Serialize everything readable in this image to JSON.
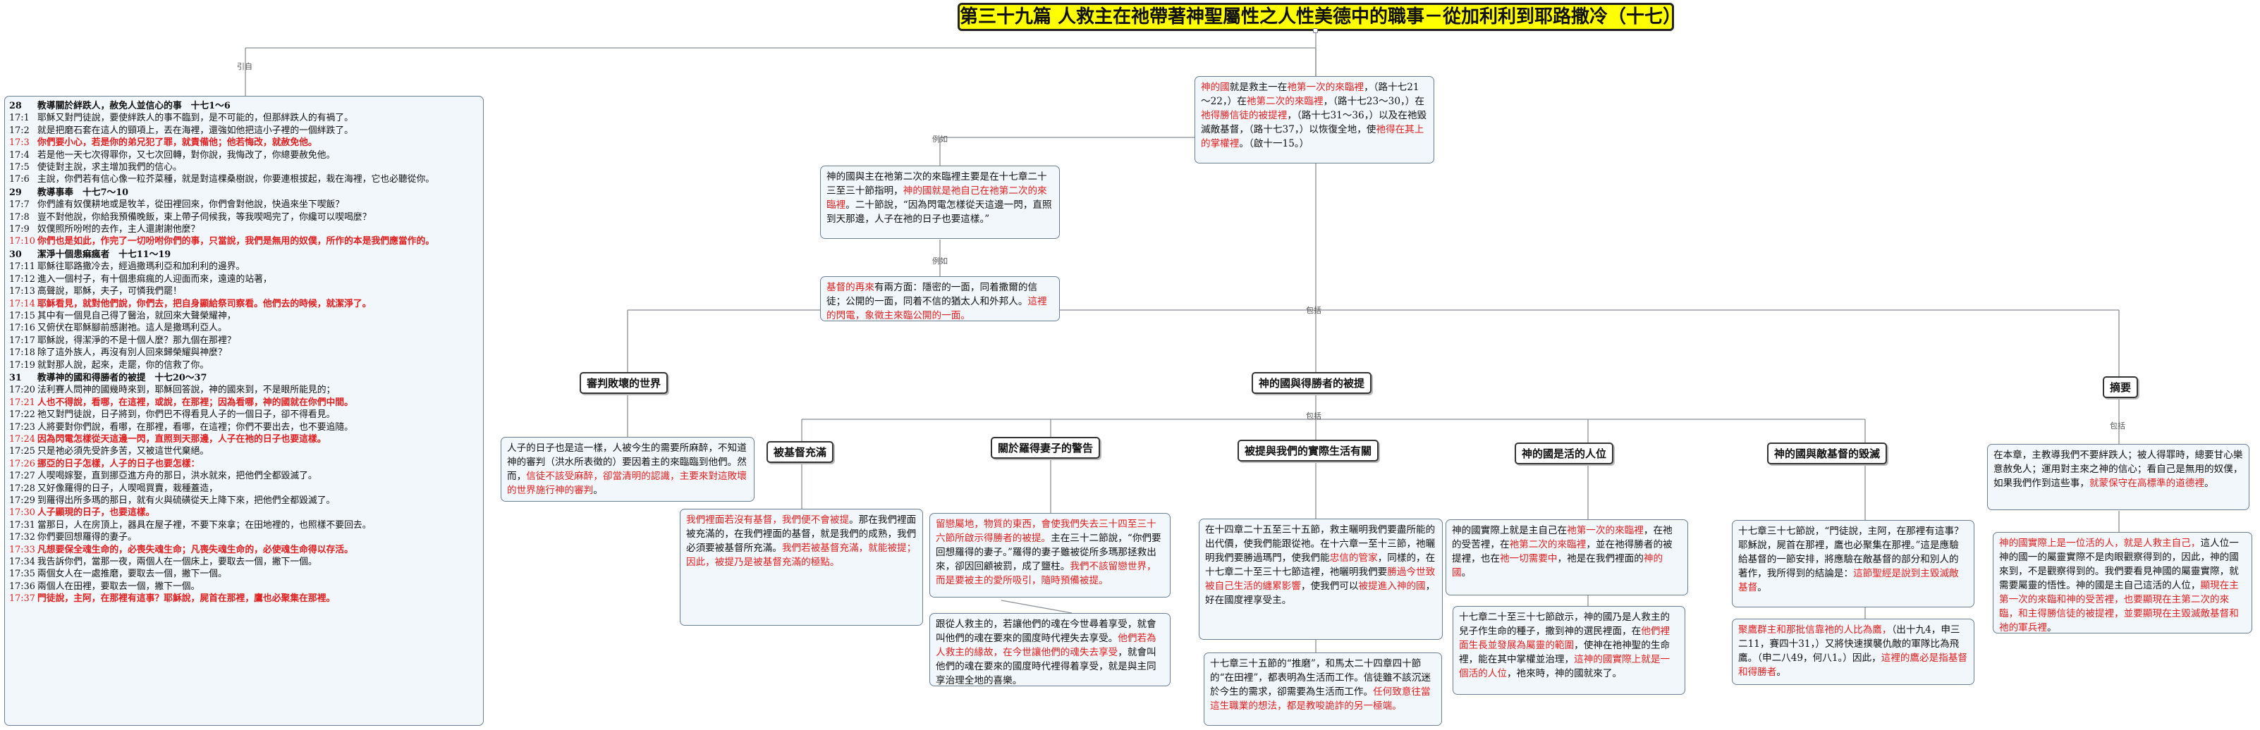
{
  "title": "第三十九篇 人救主在祂帶著神聖屬性之人性美德中的職事－從加利利到耶路撒冷（十七）",
  "connectors": {
    "ref": "引自",
    "note1": "例如",
    "note2": "例如",
    "include1": "包括",
    "include2": "包括",
    "include3": "包括"
  },
  "scripture": {
    "items": [
      {
        "kind": "head",
        "ref": "28",
        "text": "教導關於絆跌人，赦免人並信心的事　十七1～6"
      },
      {
        "ref": "17:1",
        "text": "耶穌又對門徒說，要使絆跌人的事不臨到，是不可能的，但那絆跌人的有禍了。"
      },
      {
        "ref": "17:2",
        "text": "就是把磨石套在這人的頸項上，丟在海裡，還強如他把這小子裡的一個絆跌了。"
      },
      {
        "ref": "17:3",
        "text": "你們要小心，若是你的弟兄犯了罪，就責備他；他若悔改，就赦免他。",
        "red": true
      },
      {
        "ref": "17:4",
        "text": "若是他一天七次得罪你，又七次回轉，對你說，我悔改了，你總要赦免他。"
      },
      {
        "ref": "17:5",
        "text": "使徒對主說，求主增加我們的信心。"
      },
      {
        "ref": "17:6",
        "text": "主說，你們若有信心像一粒芥菜種，就是對這棵桑樹說，你要連根拔起，栽在海裡，它也必聽從你。",
        "wrap": true
      },
      {
        "kind": "head",
        "ref": "29",
        "text": "教導事奉　十七7～10"
      },
      {
        "ref": "17:7",
        "text": "你們誰有奴僕耕地或是牧羊，從田裡回來，你們會對他說，快過來坐下喫飯？"
      },
      {
        "ref": "17:8",
        "text": "豈不對他說，你給我預備晚飯，束上帶子伺候我，等我喫喝完了，你纔可以喫喝麼？"
      },
      {
        "ref": "17:9",
        "text": "奴僕照所吩咐的去作，主人還謝謝他麼？"
      },
      {
        "ref": "17:10",
        "text": "你們也是如此，作完了一切吩咐你們的事，只當說，我們是無用的奴僕，所作的本是我們應當作的。",
        "red": true,
        "wrap": true
      },
      {
        "kind": "head",
        "ref": "30",
        "text": "潔淨十個患痲瘋者　十七11～19"
      },
      {
        "ref": "17:11",
        "text": "耶穌往耶路撒冷去，經過撒瑪利亞和加利利的邊界。"
      },
      {
        "ref": "17:12",
        "text": "進入一個村子，有十個患痲瘋的人迎面而來，遠遠的站著，"
      },
      {
        "ref": "17:13",
        "text": "高聲說，耶穌，夫子，可憐我們罷！"
      },
      {
        "ref": "17:14",
        "text": "耶穌看見，就對他們說，你們去，把自身顯給祭司察看。他們去的時候，就潔淨了。",
        "red": true
      },
      {
        "ref": "17:15",
        "text": "其中有一個見自己得了醫治，就回來大聲榮耀神，"
      },
      {
        "ref": "17:16",
        "text": "又俯伏在耶穌腳前感謝祂。這人是撒瑪利亞人。"
      },
      {
        "ref": "17:17",
        "text": "耶穌說，得潔淨的不是十個人麼？那九個在那裡？"
      },
      {
        "ref": "17:18",
        "text": "除了這外族人，再沒有別人回來歸榮耀與神麼？"
      },
      {
        "ref": "17:19",
        "text": "就對那人說，起來，走罷，你的信救了你。"
      },
      {
        "kind": "head",
        "ref": "31",
        "text": "教導神的國和得勝者的被提　十七20～37"
      },
      {
        "ref": "17:20",
        "text": "法利賽人問神的國幾時來到，耶穌回答說，神的國來到，不是眼所能見的；"
      },
      {
        "ref": "17:21",
        "text": "人也不得說，看哪，在這裡，或說，在那裡；因為看哪，神的國就在你們中間。",
        "red": true
      },
      {
        "ref": "17:22",
        "text": "祂又對門徒說，日子將到，你們巴不得看見人子的一個日子，卻不得看見。"
      },
      {
        "ref": "17:23",
        "text": "人將要對你們說，看哪，在那裡，看哪，在這裡；你們不要出去，也不要追隨。"
      },
      {
        "ref": "17:24",
        "text": "因為閃電怎樣從天這邊一閃，直照到天那邊，人子在祂的日子也要這樣。",
        "red": true
      },
      {
        "ref": "17:25",
        "text": "只是祂必須先受許多苦，又被這世代棄絕。"
      },
      {
        "ref": "17:26",
        "text": "挪亞的日子怎樣，人子的日子也要怎樣：",
        "red": true
      },
      {
        "ref": "17:27",
        "text": "人喫喝嫁娶，直到挪亞進方舟的那日，洪水就來，把他們全都毀滅了。"
      },
      {
        "ref": "17:28",
        "text": "又好像羅得的日子，人喫喝買賣，栽種蓋造，"
      },
      {
        "ref": "17:29",
        "text": "到羅得出所多瑪的那日，就有火與硫磺從天上降下來，把他們全都毀滅了。"
      },
      {
        "ref": "17:30",
        "text": "人子顯現的日子，也要這樣。",
        "red": true
      },
      {
        "ref": "17:31",
        "text": "當那日，人在房頂上，器具在屋子裡，不要下來拿；在田地裡的，也照樣不要回去。"
      },
      {
        "ref": "17:32",
        "text": "你們要回想羅得的妻子。"
      },
      {
        "ref": "17:33",
        "text": "凡想要保全魂生命的，必喪失魂生命；凡喪失魂生命的，必使魂生命得以存活。",
        "red": true
      },
      {
        "ref": "17:34",
        "text": "我告訴你們，當那一夜，兩個人在一個床上，要取去一個，撇下一個。"
      },
      {
        "ref": "17:35",
        "text": "兩個女人在一處推磨，要取去一個，撇下一個。"
      },
      {
        "ref": "17:36",
        "text": "兩個人在田裡，要取去一個，撇下一個。"
      },
      {
        "ref": "17:37",
        "text": "門徒說，主阿，在那裡有這事？耶穌說，屍首在那裡，鷹也必聚集在那裡。",
        "red": true
      }
    ]
  },
  "coming": {
    "segs": [
      {
        "t": "神的國",
        "red": true
      },
      {
        "t": "就是救主一在"
      },
      {
        "t": "祂第一次的來臨裡",
        "red": true
      },
      {
        "t": "，（路十七21～22，）在"
      },
      {
        "t": "祂第二次的來臨裡",
        "red": true
      },
      {
        "t": "，（路十七23～30，）在"
      },
      {
        "t": "祂得勝信徒的被提裡",
        "red": true
      },
      {
        "t": "，（路十七31～36，）以及在祂毀滅敵基督，（路十七37，）以恢復全地，使"
      },
      {
        "t": "祂得在其上的掌權裡",
        "red": true
      },
      {
        "t": "。（啟十一15。）"
      }
    ]
  },
  "second": {
    "segs": [
      {
        "t": "神的國與主在祂第二次的來臨裡主要是在十七章二十三至三十節指明，"
      },
      {
        "t": "神的國就是祂自己在祂第二次的來臨裡",
        "red": true
      },
      {
        "t": "。二十節說，“因為閃電怎樣從天這邊一閃，直照到天那邊，人子在祂的日子也要這樣。”"
      }
    ]
  },
  "lightning": {
    "segs": [
      {
        "t": "基督的再來",
        "red": true
      },
      {
        "t": "有兩方面：隱密的一面，同着撒爾的信徒；公開的一面，同着不信的猶太人和外邦人。"
      },
      {
        "t": "這裡的閃電，象徵主來臨公開的一面。",
        "red": true
      }
    ]
  },
  "topics": {
    "judge": "審判敗壞的世界",
    "kingdom": "神的國與得勝者的被提",
    "summary": "摘要",
    "enjoy": "被基督充滿",
    "lot": "關於羅得妻子的警告",
    "rapture": "被提與我們的實際生活有關",
    "king": "神的國是活的人位",
    "eagle": "神的國與敵基督的毀滅"
  },
  "judgeText": {
    "segs": [
      {
        "t": "人子的日子也是這一樣，人被今生的需要所麻醉，不知道神的審判（洪水所表徵的）要因着主的來臨臨到他們。然而，"
      },
      {
        "t": "信徒不該受麻醉，卻當清明的認識，主要來對這敗壞的世界施行神的審判",
        "red": true
      },
      {
        "t": "。"
      }
    ]
  },
  "enjoyText": {
    "segs": [
      {
        "t": "我們裡面若沒有基督，我們便不會被提",
        "red": true
      },
      {
        "t": "。那在我們裡面被充滿的，在我們裡面的基督，就是我們的成熟，我們必須要被基督所充滿。"
      },
      {
        "t": "我們若被基督充滿，就能被提；因此，被提乃是被基督充滿的極點。",
        "red": true
      }
    ]
  },
  "lotText": {
    "segs": [
      {
        "t": "留戀屬地，物質的東西，會使我們失去三十四至三十六節所啟示得勝者的被提。",
        "red": true
      },
      {
        "t": "主在三十二節說，“你們要回想羅得的妻子。”羅得的妻子雖被從所多瑪那拯救出來，卻因回顧被罰，成了鹽柱。"
      },
      {
        "t": "我們不該留戀世界，而是要被主的愛所吸引，隨時預備被提。",
        "red": true
      }
    ]
  },
  "enjoy2Text": {
    "segs": [
      {
        "t": "跟從人救主的，若讓他們的魂在今世尋着享受，就會叫他們的魂在要來的國度時代裡失去享受。"
      },
      {
        "t": "他們若為人救主的緣故，在今世讓他們的魂失去享受",
        "red": true
      },
      {
        "t": "，就會叫他們的魂在要來的國度時代裡得着享受，就是與主同享治理全地的喜樂。"
      }
    ]
  },
  "ruleText": {
    "segs": [
      {
        "t": "在十四章二十五至三十五節，救主曬明我們要盡所能的出代價，使我們能跟從祂。在十六章一至十三節，祂曬明我們要勝過瑪門，使我們能"
      },
      {
        "t": "忠信的管家",
        "red": true
      },
      {
        "t": "，同樣的，在十七章二十至三十七節這裡，祂曬明我們要"
      },
      {
        "t": "勝過今世致被自己生活的纏累影響",
        "red": true
      },
      {
        "t": "，使我們可以"
      },
      {
        "t": "被提進入神的國",
        "red": true
      },
      {
        "t": "，好在國度裡享受主。"
      }
    ]
  },
  "rule2Text": {
    "segs": [
      {
        "t": "十七章三十五節的“推磨”，和馬太二十四章四十節的“在田裡”，都表明為生活而工作。信徒雖不該沉迷於今生的需求，卻需要為生活而工作。"
      },
      {
        "t": "任何致意往當這生職業的想法，都是教唆詭詐的另一極端。",
        "red": true
      }
    ]
  },
  "kingText": {
    "segs": [
      {
        "t": "神的國實際上就是主自己在"
      },
      {
        "t": "祂第一次的來臨裡",
        "red": true
      },
      {
        "t": "，在祂的受苦裡，在"
      },
      {
        "t": "祂第二次的來臨裡",
        "red": true
      },
      {
        "t": "，並在祂得勝者的被提裡，也在"
      },
      {
        "t": "祂一切需要中",
        "red": true
      },
      {
        "t": "，祂是在我們裡面的"
      },
      {
        "t": "神的國",
        "red": true
      },
      {
        "t": "。"
      }
    ]
  },
  "king2Text": {
    "segs": [
      {
        "t": "十七章二十至三十七節啟示，神的國乃是人救主的兒子作生命的種子，撒到神的選民裡面，在"
      },
      {
        "t": "他們裡面生長並發展為屬靈的範圍",
        "red": true
      },
      {
        "t": "，使神在祂神聖的生命裡，能在其中掌權並治理，"
      },
      {
        "t": "這神的國實際上就是一個活的人位",
        "red": true
      },
      {
        "t": "，祂來時，神的國就來了。"
      }
    ]
  },
  "eagleText": {
    "segs": [
      {
        "t": "十七章三十七節說，“門徒說，主阿，在那裡有這事？耶穌說，屍首在那裡，鷹也必聚集在那裡。”這是應驗給基督的一節安排，將應驗在敵基督的部分和別人的著作，我所得到的結論是："
      },
      {
        "t": "這節聖經是說到主毀滅敵基督",
        "red": true
      },
      {
        "t": "。"
      }
    ]
  },
  "eagle2Text": {
    "segs": [
      {
        "t": "聚鷹群主和那批信靠祂的人比為鷹，",
        "red": true
      },
      {
        "t": "（出十九4，申三二11，賽四十31，）又將快速撲襲仇敵的軍隊比為飛鷹。（申二八49，何八1。）因此，"
      },
      {
        "t": "這裡的鷹必是指基督和得勝者",
        "red": true
      },
      {
        "t": "。"
      }
    ]
  },
  "summaryText": {
    "segs": [
      {
        "t": "在本章，主教導我們不要絆跌人；被人得罪時，總要甘心樂意赦免人；運用對主來之神的信心；看自己是無用的奴僕，如果我們作到這些事，"
      },
      {
        "t": "就蒙保守在高標準的道德裡",
        "red": true
      },
      {
        "t": "。"
      }
    ]
  },
  "summary2Text": {
    "segs": [
      {
        "t": "神的國實際上是一位活的人，就是人救主自己，",
        "red": true
      },
      {
        "t": "這人位一神的國一的屬靈實際不是肉眼觀察得到的，因此，神的國來到，不是觀察得到的。我們要看見神國的屬靈實際，就需要屬靈的悟性。神的國是主自己這活的人位，"
      },
      {
        "t": "顯現在主第一次的來臨和神的受苦裡，也要顯現在主第二次的來臨，和主得勝信徒的被提裡，並要顯現在主毀滅敵基督和祂的軍兵裡",
        "red": true
      },
      {
        "t": "。"
      }
    ]
  }
}
